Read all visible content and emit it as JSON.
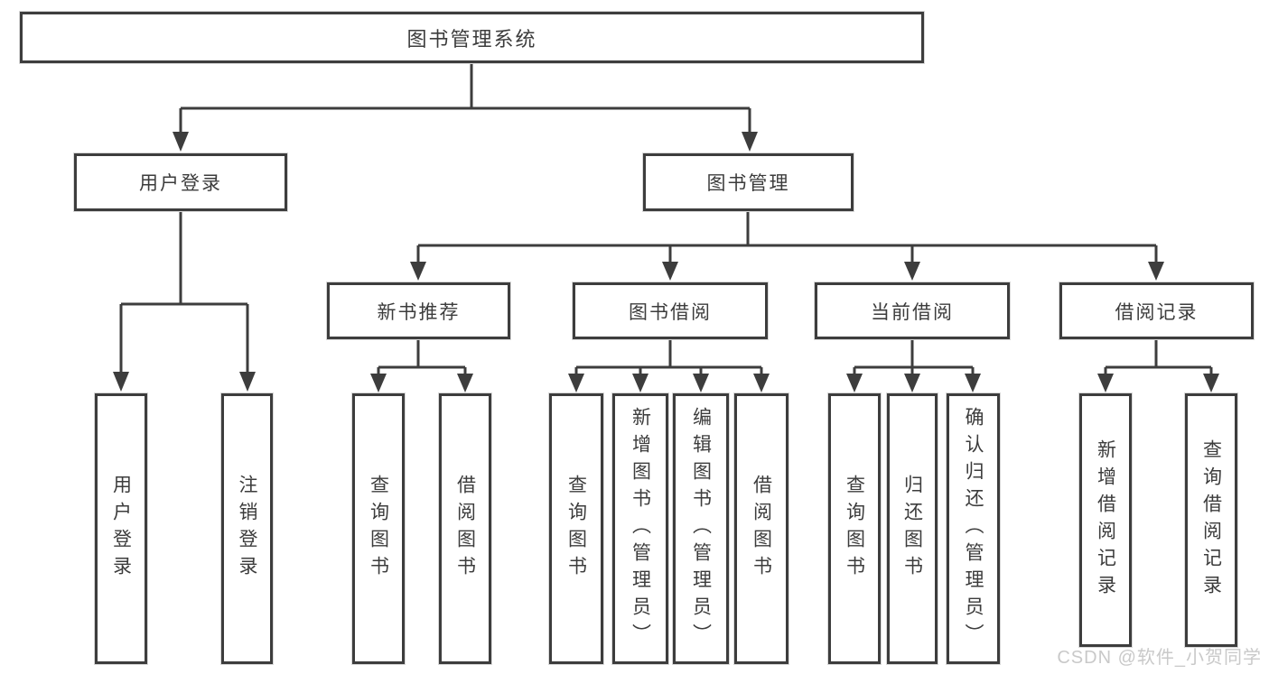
{
  "diagram": {
    "root": "图书管理系统",
    "level2": {
      "user_login": "用户登录",
      "book_management": "图书管理"
    },
    "level3": {
      "new_book_rec": "新书推荐",
      "book_borrow": "图书借阅",
      "current_borrow": "当前借阅",
      "borrow_records": "借阅记录"
    },
    "leaves": {
      "user_login": [
        "用户登录",
        "注销登录"
      ],
      "new_book_rec": [
        "查询图书",
        "借阅图书"
      ],
      "book_borrow": [
        "查询图书",
        "新增图书（管理员）",
        "编辑图书（管理员）",
        "借阅图书"
      ],
      "current_borrow": [
        "查询图书",
        "归还图书",
        "确认归还（管理员）"
      ],
      "borrow_records": [
        "新增借阅记录",
        "查询借阅记录"
      ]
    },
    "watermark": "CSDN @软件_小贺同学",
    "colors": {
      "line": "#3d3d3d",
      "text": "#3c3c3c",
      "background": "#ffffff",
      "watermark": "#c9c9c9"
    }
  }
}
